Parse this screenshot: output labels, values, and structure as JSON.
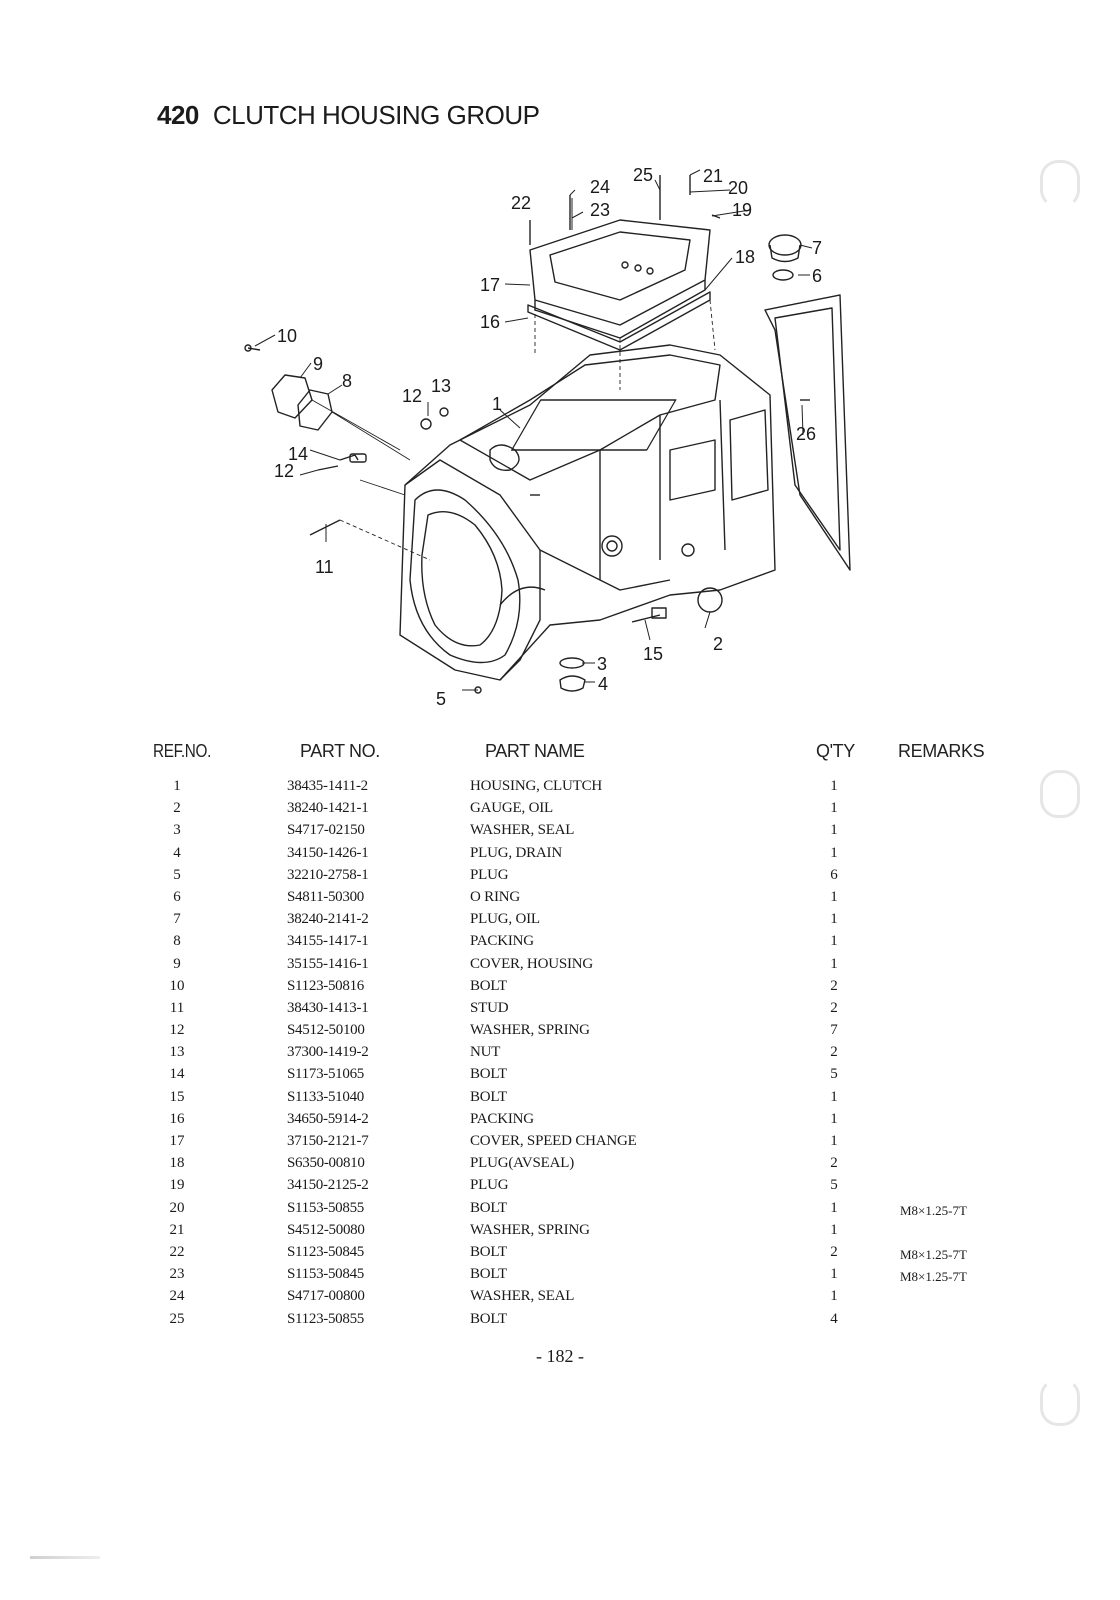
{
  "page": {
    "group_number": "420",
    "group_title": "CLUTCH HOUSING GROUP",
    "page_number": "- 182 -"
  },
  "diagram": {
    "callouts": [
      "1",
      "2",
      "3",
      "4",
      "5",
      "6",
      "7",
      "8",
      "9",
      "10",
      "11",
      "12",
      "12",
      "13",
      "14",
      "15",
      "16",
      "17",
      "18",
      "19",
      "20",
      "21",
      "22",
      "23",
      "24",
      "25",
      "26"
    ]
  },
  "table": {
    "headers": {
      "ref_no": "REF.NO.",
      "part_no": "PART NO.",
      "part_name": "PART NAME",
      "qty": "Q'TY",
      "remarks": "REMARKS"
    },
    "rows": [
      {
        "ref": "1",
        "part_no": "38435-1411-2",
        "name": "HOUSING, CLUTCH",
        "qty": "1",
        "remarks": ""
      },
      {
        "ref": "2",
        "part_no": "38240-1421-1",
        "name": "GAUGE, OIL",
        "qty": "1",
        "remarks": ""
      },
      {
        "ref": "3",
        "part_no": "S4717-02150",
        "name": "WASHER, SEAL",
        "qty": "1",
        "remarks": ""
      },
      {
        "ref": "4",
        "part_no": "34150-1426-1",
        "name": "PLUG, DRAIN",
        "qty": "1",
        "remarks": ""
      },
      {
        "ref": "5",
        "part_no": "32210-2758-1",
        "name": "PLUG",
        "qty": "6",
        "remarks": ""
      },
      {
        "ref": "6",
        "part_no": "S4811-50300",
        "name": "O RING",
        "qty": "1",
        "remarks": ""
      },
      {
        "ref": "7",
        "part_no": "38240-2141-2",
        "name": "PLUG, OIL",
        "qty": "1",
        "remarks": ""
      },
      {
        "ref": "8",
        "part_no": "34155-1417-1",
        "name": "PACKING",
        "qty": "1",
        "remarks": ""
      },
      {
        "ref": "9",
        "part_no": "35155-1416-1",
        "name": "COVER, HOUSING",
        "qty": "1",
        "remarks": ""
      },
      {
        "ref": "10",
        "part_no": "S1123-50816",
        "name": "BOLT",
        "qty": "2",
        "remarks": ""
      },
      {
        "ref": "11",
        "part_no": "38430-1413-1",
        "name": "STUD",
        "qty": "2",
        "remarks": ""
      },
      {
        "ref": "12",
        "part_no": "S4512-50100",
        "name": "WASHER, SPRING",
        "qty": "7",
        "remarks": ""
      },
      {
        "ref": "13",
        "part_no": "37300-1419-2",
        "name": "NUT",
        "qty": "2",
        "remarks": ""
      },
      {
        "ref": "14",
        "part_no": "S1173-51065",
        "name": "BOLT",
        "qty": "5",
        "remarks": ""
      },
      {
        "ref": "15",
        "part_no": "S1133-51040",
        "name": "BOLT",
        "qty": "1",
        "remarks": ""
      },
      {
        "ref": "16",
        "part_no": "34650-5914-2",
        "name": "PACKING",
        "qty": "1",
        "remarks": ""
      },
      {
        "ref": "17",
        "part_no": "37150-2121-7",
        "name": "COVER, SPEED CHANGE",
        "qty": "1",
        "remarks": ""
      },
      {
        "ref": "18",
        "part_no": "S6350-00810",
        "name": "PLUG(AVSEAL)",
        "qty": "2",
        "remarks": ""
      },
      {
        "ref": "19",
        "part_no": "34150-2125-2",
        "name": "PLUG",
        "qty": "5",
        "remarks": ""
      },
      {
        "ref": "20",
        "part_no": "S1153-50855",
        "name": "BOLT",
        "qty": "1",
        "remarks": "M8×1.25-7T"
      },
      {
        "ref": "21",
        "part_no": "S4512-50080",
        "name": "WASHER, SPRING",
        "qty": "1",
        "remarks": ""
      },
      {
        "ref": "22",
        "part_no": "S1123-50845",
        "name": "BOLT",
        "qty": "2",
        "remarks": "M8×1.25-7T"
      },
      {
        "ref": "23",
        "part_no": "S1153-50845",
        "name": "BOLT",
        "qty": "1",
        "remarks": "M8×1.25-7T"
      },
      {
        "ref": "24",
        "part_no": "S4717-00800",
        "name": "WASHER, SEAL",
        "qty": "1",
        "remarks": ""
      },
      {
        "ref": "25",
        "part_no": "S1123-50855",
        "name": "BOLT",
        "qty": "4",
        "remarks": ""
      }
    ]
  }
}
